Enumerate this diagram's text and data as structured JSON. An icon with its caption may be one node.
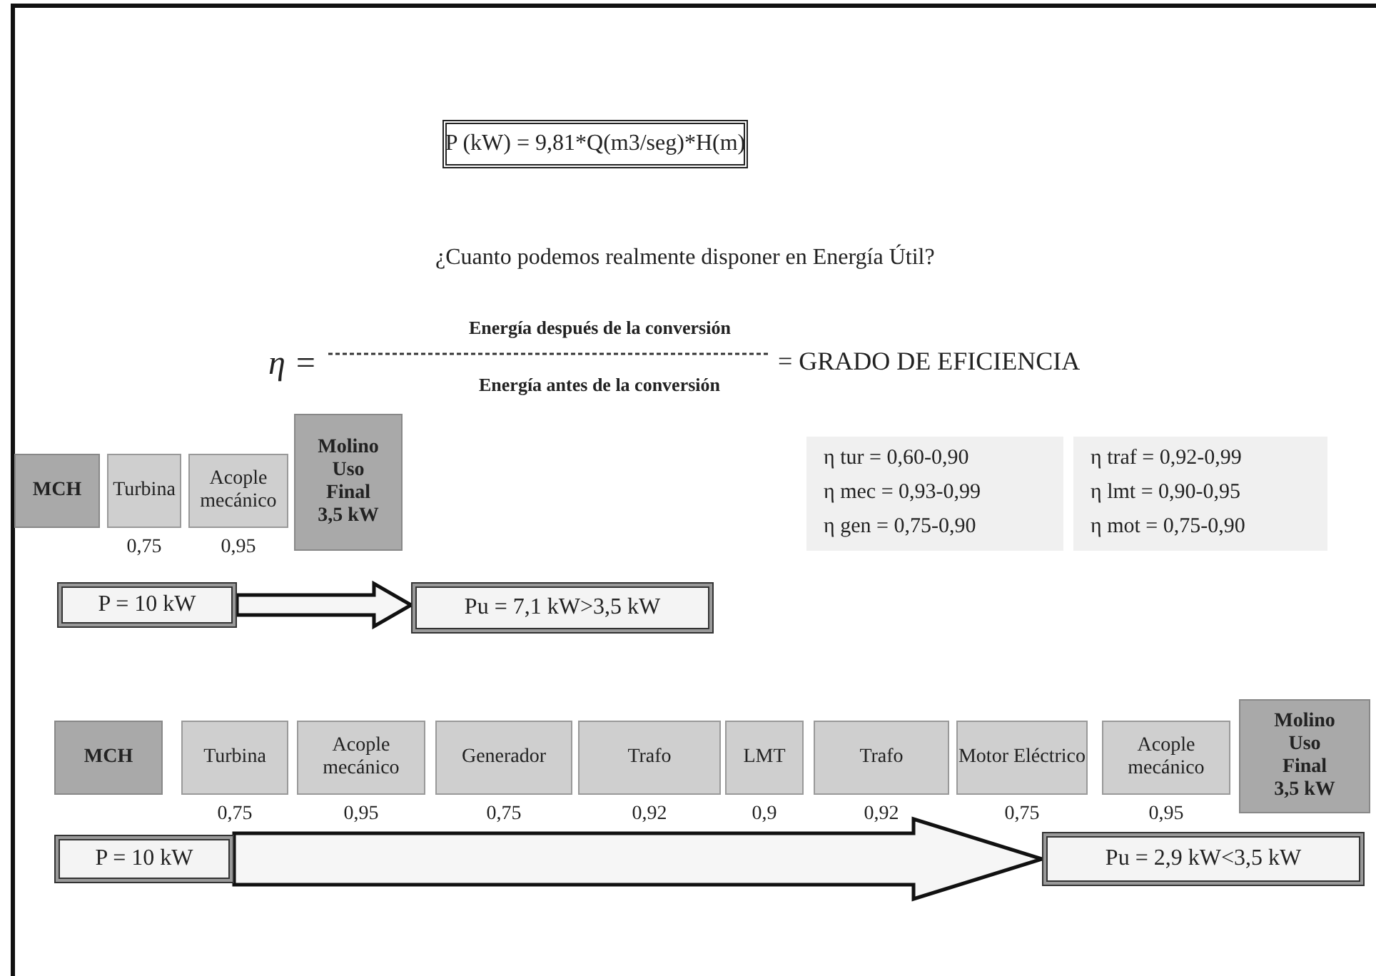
{
  "diagram": {
    "nodes": [
      {
        "text": [
          "P (kW) = 9,81*Q(m3/seg)*H(m)"
        ]
      },
      {
        "text": [
          "MCH"
        ]
      },
      {
        "text": [
          "Turbina"
        ],
        "beside": [
          "0,75"
        ]
      },
      {
        "text": [
          "Acople mecánico"
        ],
        "beside": [
          "0,95"
        ]
      },
      {
        "text": [
          "Molino Uso Final 3,5 kW"
        ]
      },
      {
        "text": [
          "P = 10 kW"
        ]
      },
      {
        "text": [
          "Pu = 7,1 kW>3,5 kW"
        ]
      },
      {
        "text": [
          "η tur = 0,60-0,90",
          "η mec = 0,93-0,99",
          "η gen = 0,75-0,90"
        ]
      },
      {
        "text": [
          "η traf = 0,92-0,99",
          "η lmt = 0,90-0,95",
          "η mot = 0,75-0,90"
        ]
      },
      {
        "text": [
          "MCH"
        ]
      },
      {
        "text": [
          "Turbina"
        ],
        "beside": [
          "0,75"
        ]
      },
      {
        "text": [
          "Acople mecánico"
        ],
        "beside": [
          "0,95"
        ]
      },
      {
        "text": [
          "Generador"
        ],
        "beside": [
          "0,75"
        ]
      },
      {
        "text": [
          "Trafo"
        ],
        "beside": [
          "0,92"
        ]
      },
      {
        "text": [
          "LMT"
        ],
        "beside": [
          "0,9"
        ]
      },
      {
        "text": [
          "Trafo"
        ],
        "beside": [
          "0,92"
        ]
      },
      {
        "text": [
          "Motor Eléctrico"
        ],
        "beside": [
          "0,75"
        ]
      },
      {
        "text": [
          "Acople mecánico"
        ],
        "beside": [
          "0,95"
        ]
      },
      {
        "text": [
          "Molino Uso Final 3,5 kW"
        ]
      },
      {
        "text": [
          "P = 10 kW"
        ]
      },
      {
        "text": [
          "Pu = 2,9 kW<3,5 kW"
        ]
      }
    ],
    "edges": [
      {
        "from": 5,
        "to": 6,
        "arrow": "to"
      },
      {
        "from": 19,
        "to": 20,
        "arrow": "to"
      }
    ],
    "labels": [
      "¿Cuanto podemos realmente disponer en Energía Útil?",
      "Energía después de la conversión",
      "η =",
      "Energía antes de la conversión",
      "= GRADO DE EFICIENCIA"
    ]
  }
}
